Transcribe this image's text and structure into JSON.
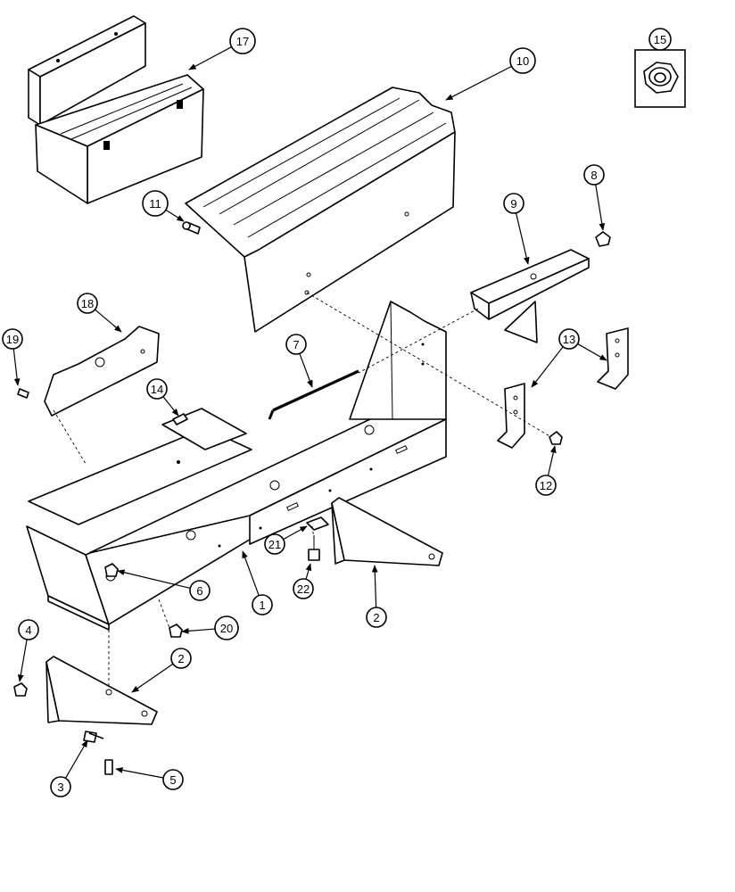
{
  "callouts": [
    {
      "id": "c1",
      "label": "1"
    },
    {
      "id": "c2a",
      "label": "2"
    },
    {
      "id": "c2b",
      "label": "2"
    },
    {
      "id": "c3",
      "label": "3"
    },
    {
      "id": "c4",
      "label": "4"
    },
    {
      "id": "c5",
      "label": "5"
    },
    {
      "id": "c6",
      "label": "6"
    },
    {
      "id": "c7",
      "label": "7"
    },
    {
      "id": "c8",
      "label": "8"
    },
    {
      "id": "c9",
      "label": "9"
    },
    {
      "id": "c10",
      "label": "10"
    },
    {
      "id": "c11",
      "label": "11"
    },
    {
      "id": "c12",
      "label": "12"
    },
    {
      "id": "c13",
      "label": "13"
    },
    {
      "id": "c14",
      "label": "14"
    },
    {
      "id": "c15",
      "label": "15"
    },
    {
      "id": "c17",
      "label": "17"
    },
    {
      "id": "c18",
      "label": "18"
    },
    {
      "id": "c19",
      "label": "19"
    },
    {
      "id": "c20",
      "label": "20"
    },
    {
      "id": "c21",
      "label": "21"
    },
    {
      "id": "c22",
      "label": "22"
    }
  ]
}
